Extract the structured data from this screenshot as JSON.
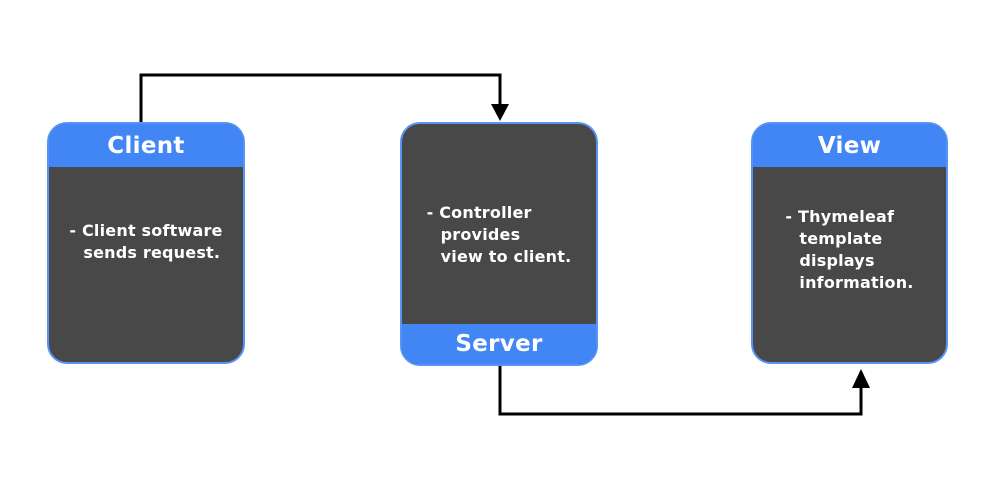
{
  "diagram": {
    "background": "#ffffff",
    "colors": {
      "accent_blue": "#4285f4",
      "box_border_blue": "#5794f7",
      "box_body_dark": "#484848",
      "text_white": "#ffffff",
      "arrow_black": "#000000"
    },
    "nodes": [
      {
        "id": "client",
        "title": "Client",
        "title_position": "top",
        "body": "- Client software\nsends request."
      },
      {
        "id": "server",
        "title": "Server",
        "title_position": "bottom",
        "body": "- Controller\nprovides\nview to client."
      },
      {
        "id": "view",
        "title": "View",
        "title_position": "top",
        "body": "- Thymeleaf\ntemplate\ndisplays\ninformation."
      }
    ],
    "arrows": [
      {
        "id": "client-to-server",
        "from": "client-top",
        "to": "server-top",
        "arrowhead": "down"
      },
      {
        "id": "server-to-view",
        "from": "server-bottom",
        "to": "view-bottom",
        "arrowhead": "up"
      }
    ]
  }
}
